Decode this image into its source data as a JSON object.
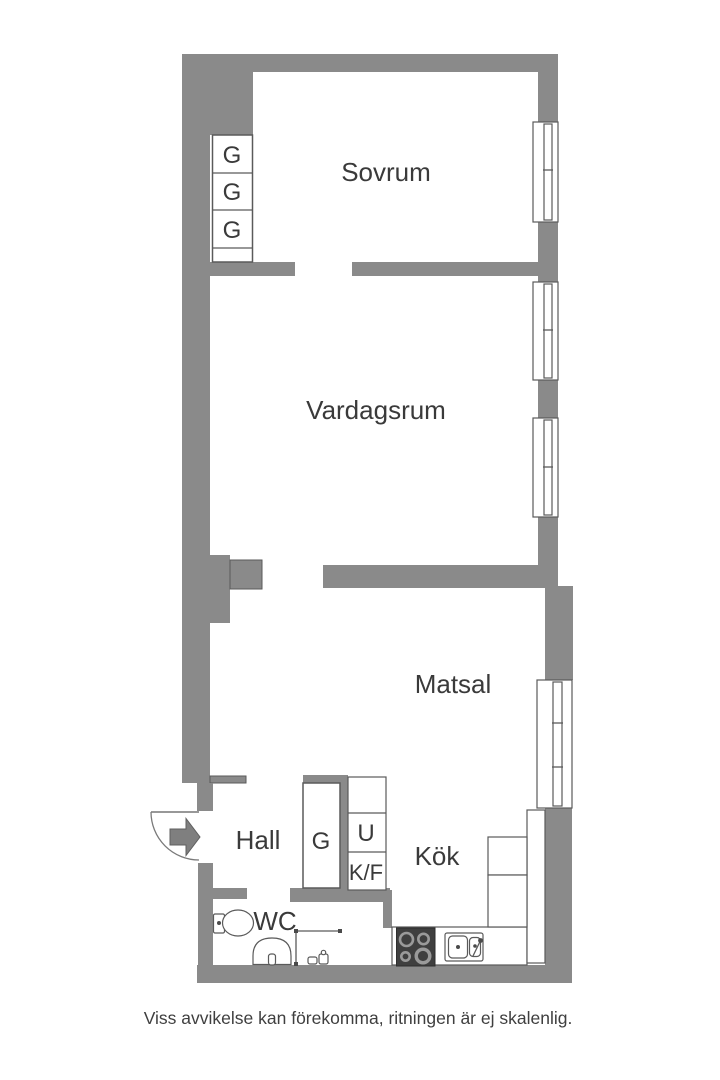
{
  "floorplan": {
    "rooms": {
      "sovrum": "Sovrum",
      "vardagsrum": "Vardagsrum",
      "matsal": "Matsal",
      "kok": "Kök",
      "hall": "Hall",
      "wc": "WC"
    },
    "fixtures": {
      "wardrobe_1": "G",
      "wardrobe_2": "G",
      "wardrobe_3": "G",
      "hall_wardrobe": "G",
      "utility": "U",
      "fridge_freezer": "K/F"
    },
    "footer_note": "Viss avvikelse kan förekomma, ritningen är ej skalenlig.",
    "colors": {
      "wall": "#8a8a8a",
      "outline": "#5a5a5a",
      "text": "#3a3a3a",
      "stove": "#3f3f3f"
    }
  }
}
